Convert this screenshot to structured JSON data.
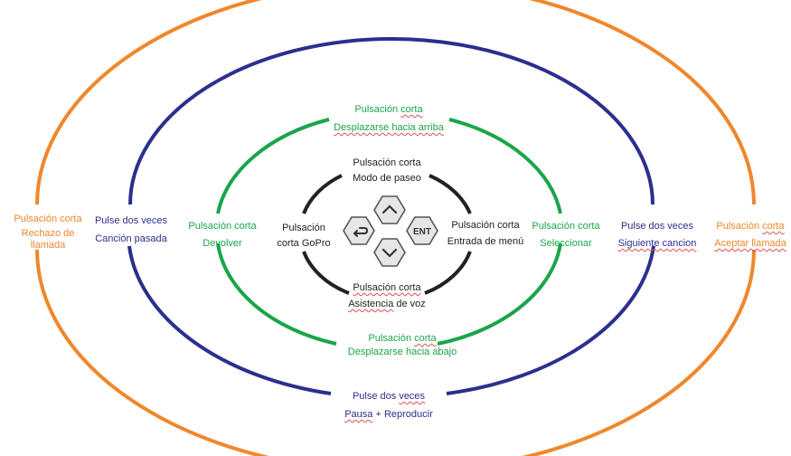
{
  "colors": {
    "orange": "#f0872a",
    "navy": "#2b2f8e",
    "green": "#1aa54a",
    "black": "#222222",
    "button_fill": "#e6e6e6",
    "button_stroke": "#555555"
  },
  "buttons": {
    "up": "chevron-up-icon",
    "down": "chevron-down-icon",
    "back": "back-arrow-icon",
    "enter": "ENT"
  },
  "rings": {
    "orange": {
      "left": [
        "Pulsación corta",
        "Rechazo de",
        "llamada"
      ],
      "right_1a": "Pulsación ",
      "right_1b": "corta",
      "right_2": "Aceptar llamada"
    },
    "navy": {
      "left": [
        "Pulse dos veces",
        "Canción pasada"
      ],
      "right_1": "Pulse dos veces",
      "right_2": "Siguiente cancion",
      "bottom_1a": "Pulse dos ",
      "bottom_1b": "veces",
      "bottom_2a": "Pausa",
      "bottom_2b": " + Reproducir"
    },
    "green": {
      "top_1a": "Pulsación ",
      "top_1b": "corta",
      "top_2": "Desplazarse hacia arriba",
      "left": [
        "Pulsación corta",
        "Devolver"
      ],
      "right": [
        "Pulsación corta",
        "Seleccionar"
      ],
      "bottom_1a": "Pulsación ",
      "bottom_1b": "corta",
      "bottom_2": "Desplazarse hacia abajo"
    },
    "black": {
      "top": [
        "Pulsación corta",
        "Modo de paseo"
      ],
      "left": [
        "Pulsación",
        "corta  GoPro"
      ],
      "right": [
        "Pulsación corta",
        "Entrada de menú"
      ],
      "bottom_1": "Pulsación corta",
      "bottom_2a": "Asistencia",
      "bottom_2b": " de voz"
    }
  }
}
